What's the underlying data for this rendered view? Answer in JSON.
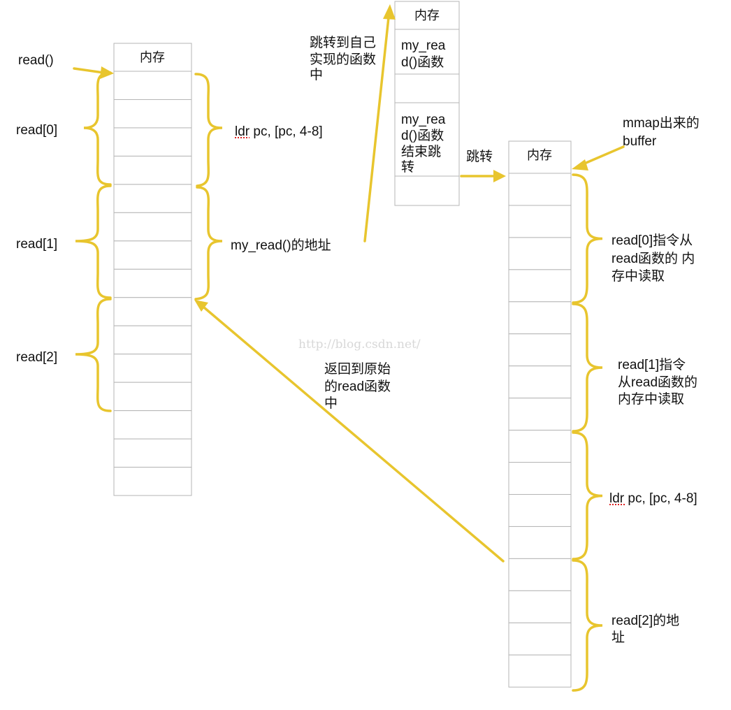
{
  "colors": {
    "accent": "#e8c52e",
    "grid": "#b5b5b5"
  },
  "watermark": "http://blog.csdn.net/",
  "left": {
    "header": "内存",
    "call_label": "read()",
    "read0": "read[0]",
    "read1": "read[1]",
    "read2": "read[2]",
    "ldr": "ldr pc, [pc, 4-8]",
    "addr": "my_read()的地址"
  },
  "middle": {
    "header": "内存",
    "jump_label": [
      "跳转到自己",
      "实现的函数",
      "中"
    ],
    "cell1": [
      "my_rea",
      "d()函数"
    ],
    "cell3": [
      "my_rea",
      "d()函数",
      "结束跳",
      "转"
    ],
    "jump": "跳转"
  },
  "right": {
    "header": "内存",
    "mmap": [
      "mmap出来的",
      "buffer"
    ],
    "b0": [
      "read[0]指令从",
      "read函数的 内",
      "存中读取"
    ],
    "b1": [
      "read[1]指令",
      "从read函数的",
      "内存中读取"
    ],
    "ldr": "ldr pc, [pc, 4-8]",
    "b3": [
      "read[2]的地",
      "址"
    ]
  },
  "return_label": [
    "返回到原始",
    "的read函数",
    "中"
  ]
}
